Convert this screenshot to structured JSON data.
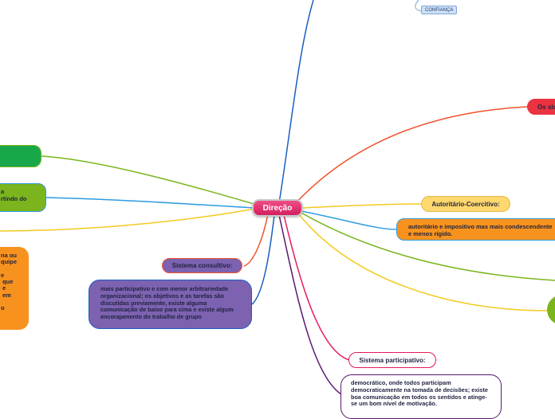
{
  "central": {
    "label": "Direção",
    "color": "#e2306f"
  },
  "top": {
    "tag_confianca": "CONFIANÇA"
  },
  "right": {
    "os_label": "Os sis",
    "autoritario_coercitivo": "Autoritário-Coercitivo:",
    "autoritario_benevolente_desc": "autoritário e impositivo mas mais condescendente e menos rígido."
  },
  "left": {
    "fragment_a": "a\nrtindo do",
    "fragment_b": "na ou\nquipe\n\ne\n que\n e\n em\n\no",
    "sistema_consultivo": "Sistema consultivo:",
    "consultivo_desc": "mais participativo e com menor arbitrariedade organizacional; os objetivos e as tarefas são discutidas previamente, existe alguma comunicação de baixo para cima e existe algum encorajamento do trabalho de grupo"
  },
  "bottom": {
    "sistema_participativo": "Sistema participativo:",
    "participativo_desc": "democrático, onde todos participam democraticamente na tomada de decisões; existe boa comunicação em todos os sentidos e atinge-se um bom nível de motivação."
  },
  "colors": {
    "blue": "#1a5fc0",
    "red_orange": "#f0522a",
    "yellow": "#f2cb1f",
    "green": "#7ab51d",
    "cyan": "#2e9be0",
    "dark_green": "#18a84a",
    "orange": "#f8921e",
    "purple": "#7c62b0",
    "pink": "#e6185a",
    "dark_purple": "#5a1870",
    "red": "#ea3340"
  }
}
